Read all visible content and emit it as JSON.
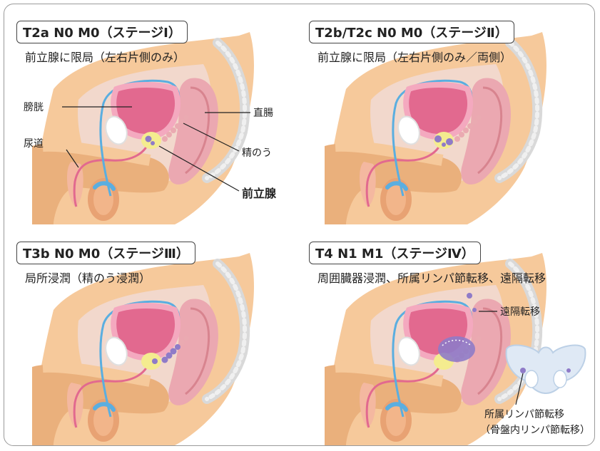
{
  "panels": [
    {
      "stage": "T2a N0 M0（ステージⅠ）",
      "description": "前立腺に限局（左右片側のみ）"
    },
    {
      "stage": "T2b/T2c N0 M0（ステージⅡ）",
      "description": "前立腺に限局（左右片側のみ／両側）"
    },
    {
      "stage": "T3b N0 M0（ステージⅢ）",
      "description": "局所浸潤（精のう浸潤）"
    },
    {
      "stage": "T4 N1 M1（ステージⅣ）",
      "description": "周囲臓器浸潤、所属リンパ節転移、遠隔転移"
    }
  ],
  "labels": {
    "bladder": "膀胱",
    "urethra": "尿道",
    "rectum": "直腸",
    "seminal_vesicle": "精のう",
    "prostate": "前立腺",
    "distant_metastasis": "遠隔転移",
    "regional_node_line1": "所属リンパ節転移",
    "regional_node_line2": "（骨盤内リンパ節転移）"
  },
  "colors": {
    "skin": "#f6c99b",
    "skin_dark": "#eab07c",
    "bladder": "#e2698f",
    "bladder_wall": "#f4a9bf",
    "prostate": "#f4ec8f",
    "tumor": "#8f7bc8",
    "vas": "#5aaee0",
    "rectum": "#eba8b1",
    "bone": "#dfe9f5"
  }
}
